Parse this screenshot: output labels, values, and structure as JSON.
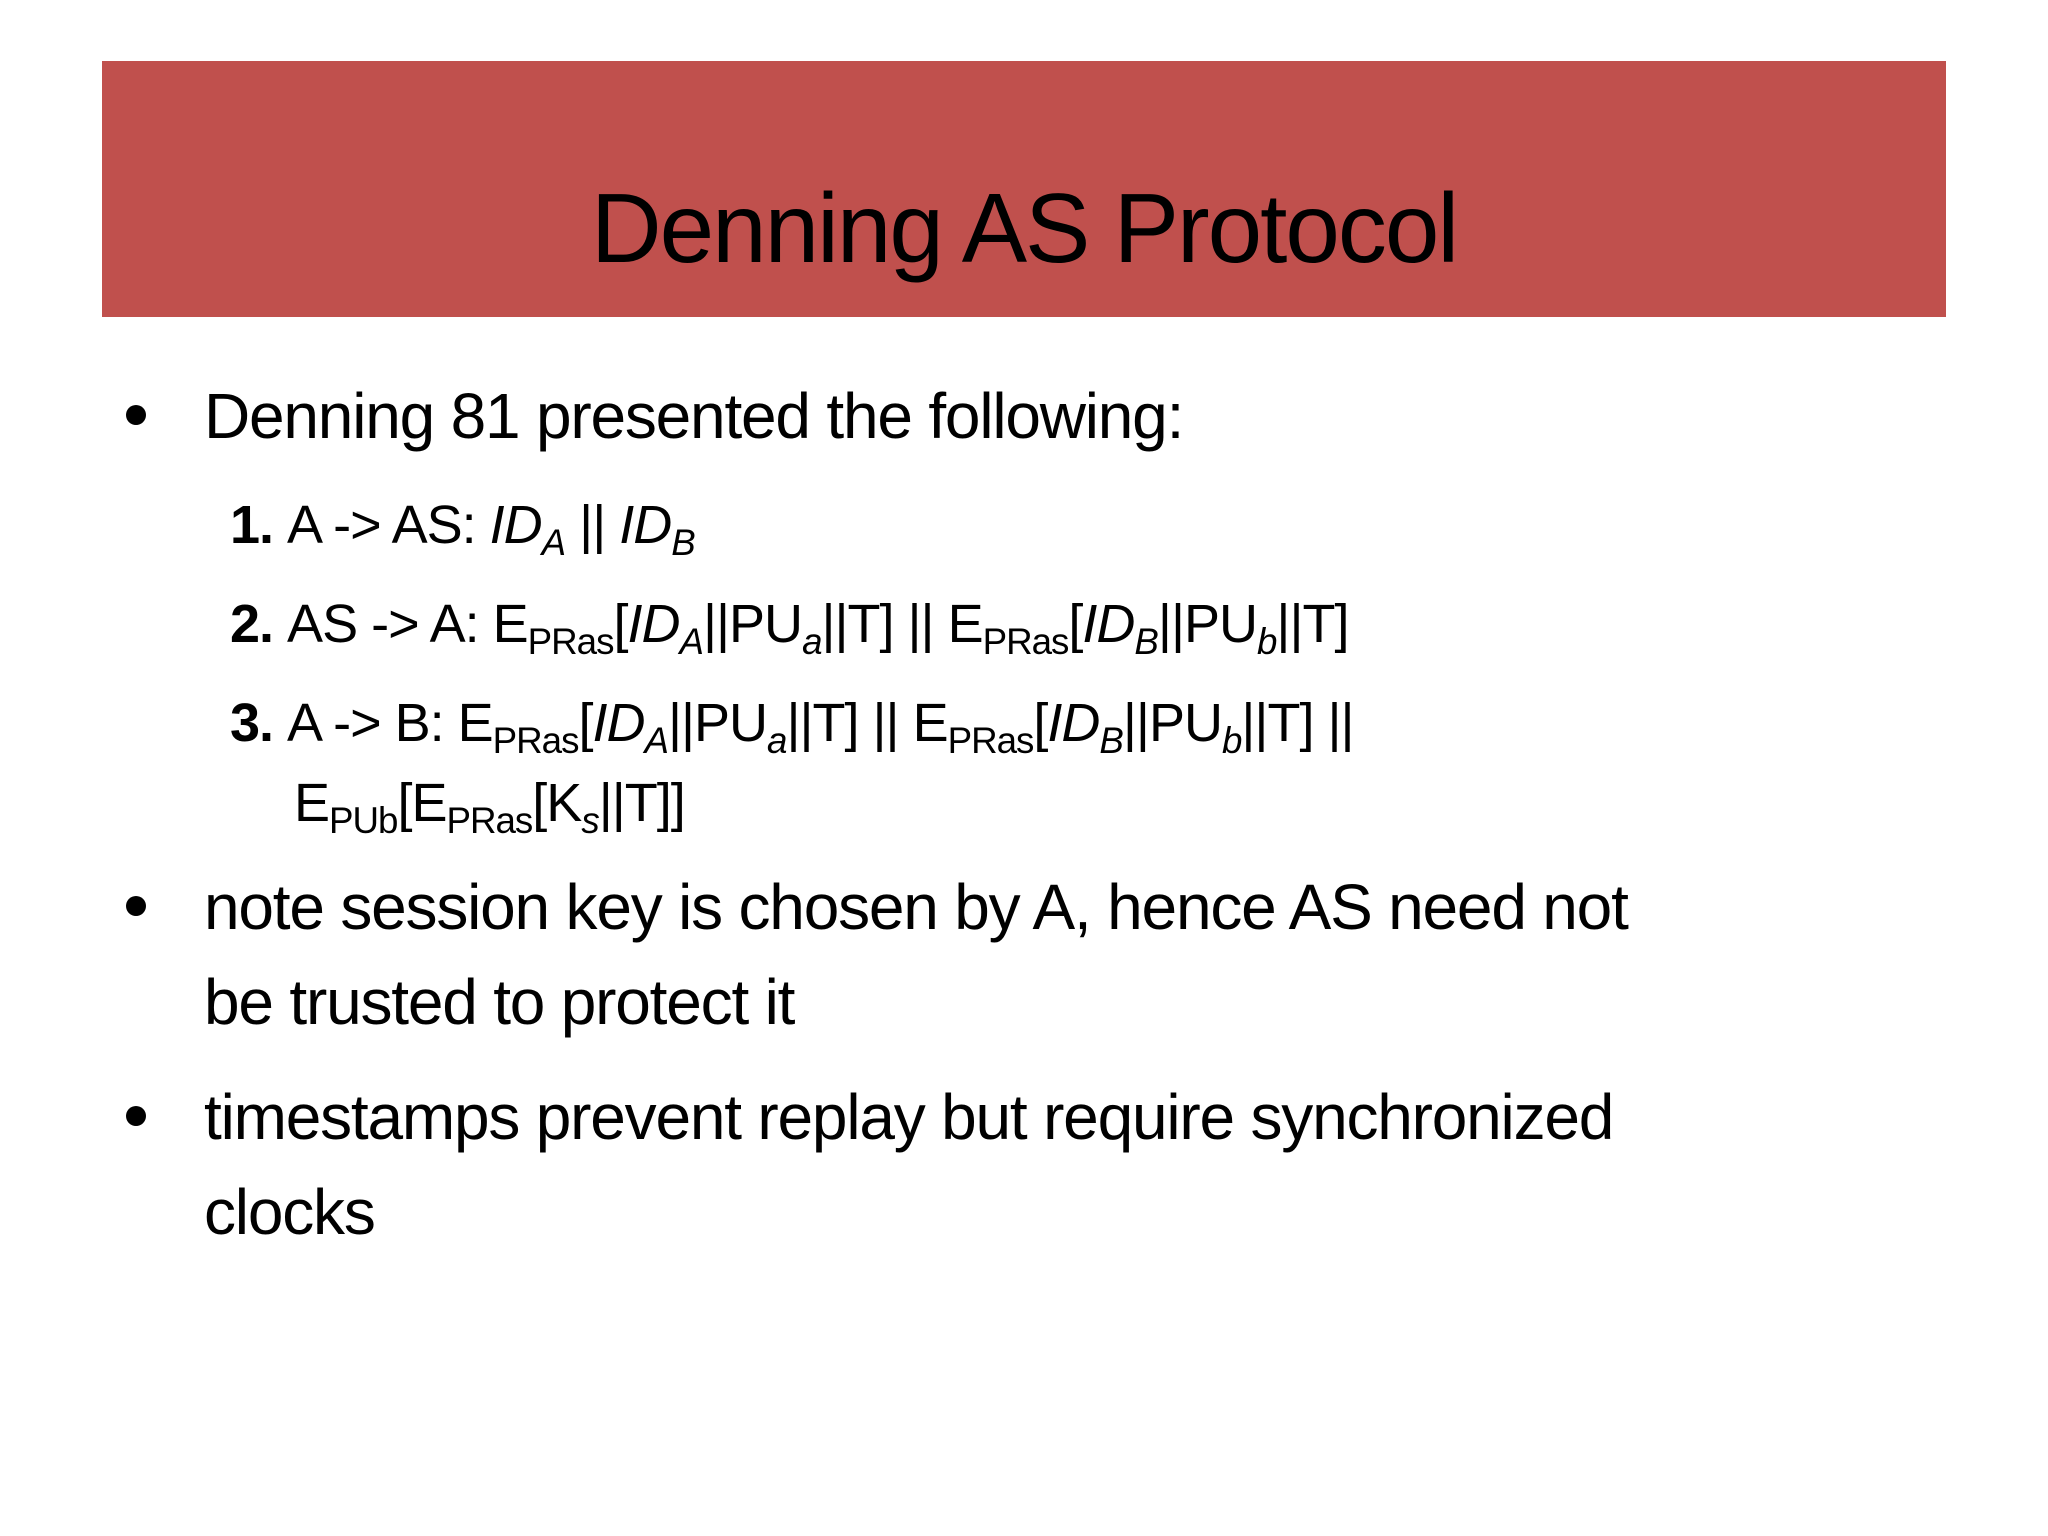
{
  "slide": {
    "title": "Denning AS Protocol",
    "header_color": "#C0504D",
    "bullets": [
      {
        "text": "Denning 81 presented the following:",
        "steps": [
          {
            "number": "1.",
            "parts": [
              "A -> AS: ",
              "ID",
              "A",
              " || ",
              "ID",
              "B"
            ]
          },
          {
            "number": "2.",
            "parts": [
              "AS -> A: E",
              "PRas",
              "[",
              "ID",
              "A",
              "||PU",
              "a",
              "||T] || E",
              "PRas",
              "[",
              "ID",
              "B",
              "||PU",
              "b",
              "||T]"
            ]
          },
          {
            "number": "3.",
            "parts": [
              "A -> B: E",
              "PRas",
              "[",
              "ID",
              "A",
              "||PU",
              "a",
              "||T] || E",
              "PRas",
              "[",
              "ID",
              "B",
              "||PU",
              "b",
              "||T] ||"
            ],
            "continuation": [
              "E",
              "PUb",
              "[E",
              "PRas",
              "[K",
              "s",
              "||T]]"
            ]
          }
        ]
      },
      {
        "lines": [
          "note session key is chosen by A, hence AS need not",
          "be trusted to protect it"
        ]
      },
      {
        "lines": [
          "timestamps prevent replay but require synchronized",
          "clocks"
        ]
      }
    ]
  }
}
